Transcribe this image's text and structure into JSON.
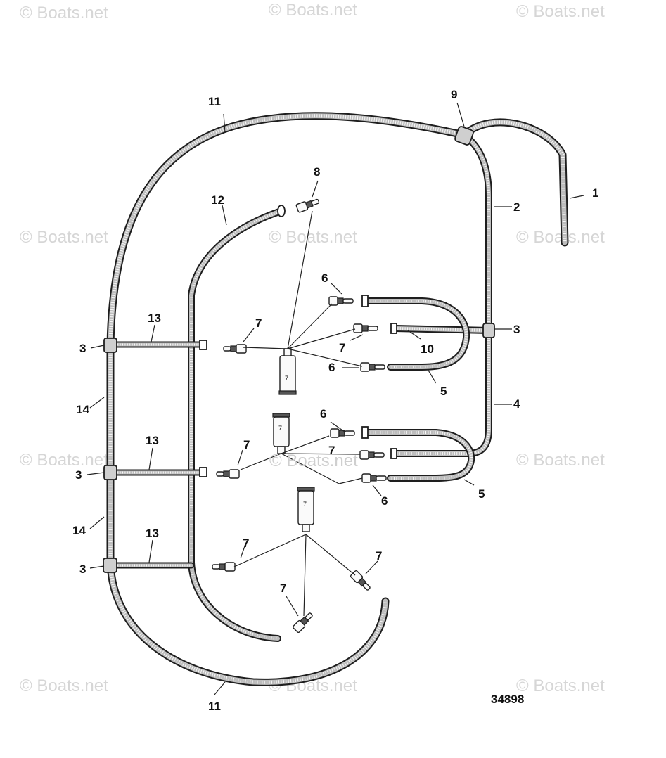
{
  "watermark": "© Boats.net",
  "drawing_number": "34898",
  "callouts": {
    "c1": "1",
    "c2": "2",
    "c3a": "3",
    "c3b": "3",
    "c3c": "3",
    "c3d": "3",
    "c4": "4",
    "c5a": "5",
    "c5b": "5",
    "c6a": "6",
    "c6b": "6",
    "c6c": "6",
    "c6d": "6",
    "c7a": "7",
    "c7b": "7",
    "c7c": "7",
    "c7d": "7",
    "c7e": "7",
    "c7f": "7",
    "c7g": "7",
    "c8": "8",
    "c9": "9",
    "c10": "10",
    "c11a": "11",
    "c11b": "11",
    "c12": "12",
    "c13a": "13",
    "c13b": "13",
    "c13c": "13",
    "c14a": "14",
    "c14b": "14"
  },
  "tube_marking": "7"
}
